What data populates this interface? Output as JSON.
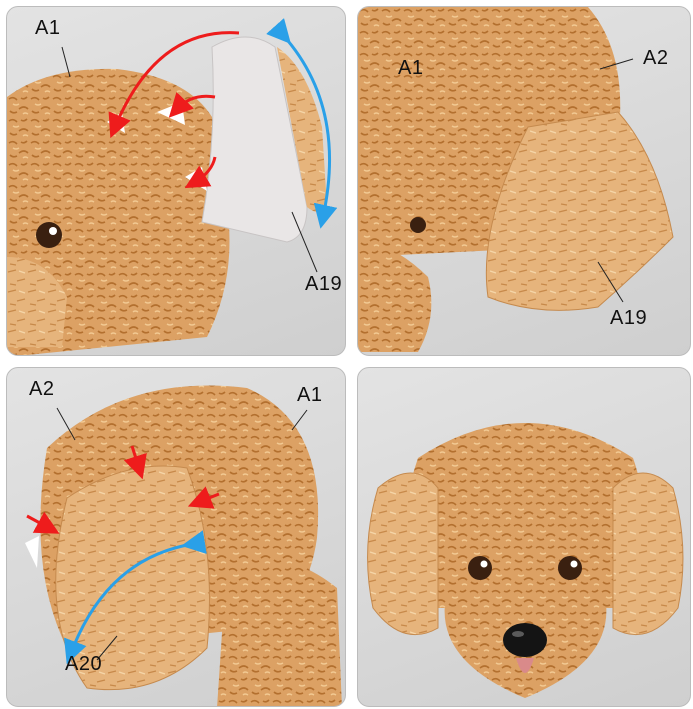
{
  "panels": [
    {
      "labels": [
        "A1",
        "A19"
      ]
    },
    {
      "labels": [
        "A1",
        "A2",
        "A19"
      ]
    },
    {
      "labels": [
        "A2",
        "A1",
        "A20"
      ]
    },
    {
      "labels": []
    }
  ],
  "colors": {
    "fur_light": "#e8b57a",
    "fur_mid": "#d49a5c",
    "fur_dark": "#b87838",
    "paper_white": "#e9e6e6",
    "arrow_red": "#ee1c1c",
    "arrow_blue": "#2aa0e8"
  }
}
